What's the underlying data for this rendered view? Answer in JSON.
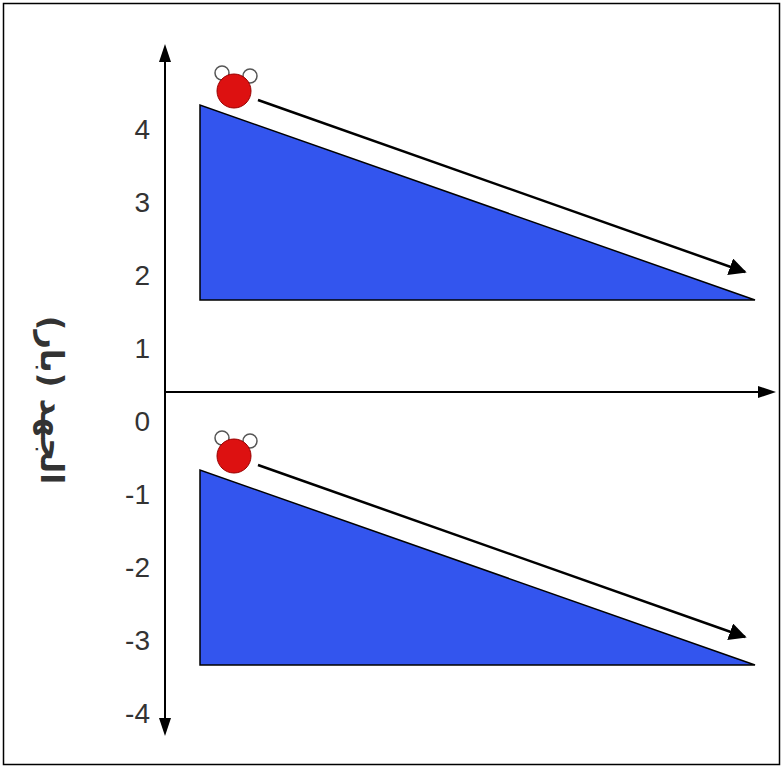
{
  "diagram": {
    "labels": [
      "4",
      "3",
      "2",
      "1",
      "0",
      "-1",
      "-2",
      "-3",
      "-4",
      "الجهد (بار)"
    ]
  }
}
